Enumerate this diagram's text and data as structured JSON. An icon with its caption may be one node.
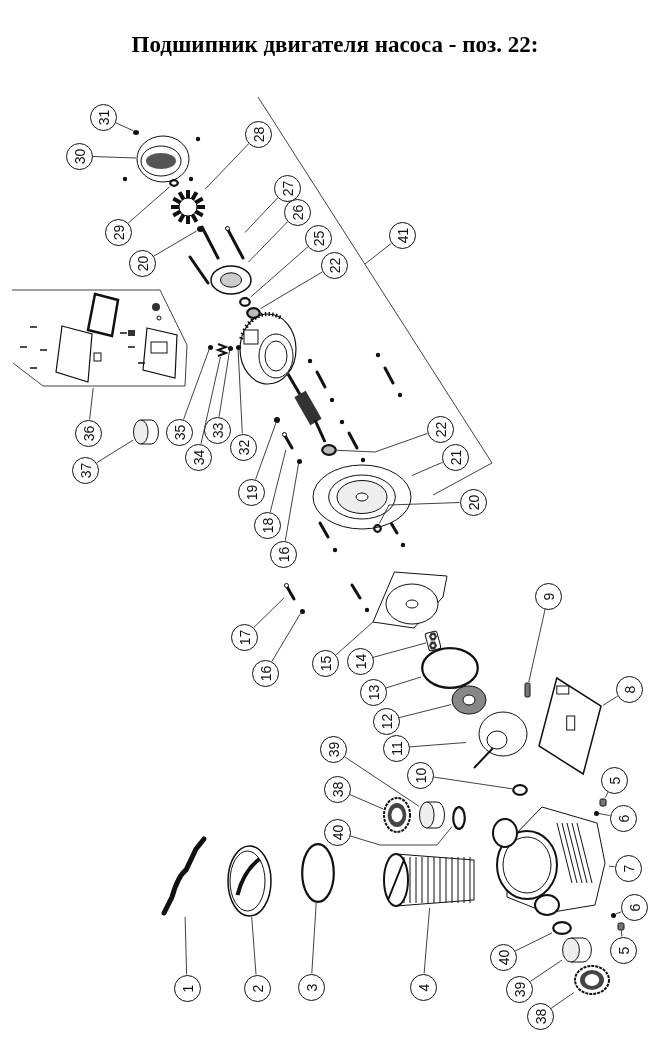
{
  "diagram": {
    "title": "Подшипник двигателя насоса - поз. 22:",
    "nodes": [
      {
        "text": [
          "31"
        ]
      },
      {
        "text": [
          "30"
        ]
      },
      {
        "text": [
          "28"
        ]
      },
      {
        "text": [
          "29"
        ]
      },
      {
        "text": [
          "27"
        ]
      },
      {
        "text": [
          "20"
        ]
      },
      {
        "text": [
          "26"
        ]
      },
      {
        "text": [
          "25"
        ]
      },
      {
        "text": [
          "22"
        ]
      },
      {
        "text": [
          "41"
        ]
      },
      {
        "text": [
          "36"
        ]
      },
      {
        "text": [
          "35"
        ]
      },
      {
        "text": [
          "34"
        ]
      },
      {
        "text": [
          "33"
        ]
      },
      {
        "text": [
          "32"
        ]
      },
      {
        "text": [
          "37"
        ]
      },
      {
        "text": [
          "19"
        ]
      },
      {
        "text": [
          "18"
        ]
      },
      {
        "text": [
          "16"
        ]
      },
      {
        "text": [
          "22"
        ]
      },
      {
        "text": [
          "21"
        ]
      },
      {
        "text": [
          "20"
        ]
      },
      {
        "text": [
          "17"
        ]
      },
      {
        "text": [
          "16"
        ]
      },
      {
        "text": [
          "15"
        ]
      },
      {
        "text": [
          "14"
        ]
      },
      {
        "text": [
          "13"
        ]
      },
      {
        "text": [
          "12"
        ]
      },
      {
        "text": [
          "11"
        ]
      },
      {
        "text": [
          "9"
        ]
      },
      {
        "text": [
          "8"
        ]
      },
      {
        "text": [
          "10"
        ]
      },
      {
        "text": [
          "39"
        ]
      },
      {
        "text": [
          "38"
        ]
      },
      {
        "text": [
          "40"
        ]
      },
      {
        "text": [
          "5"
        ]
      },
      {
        "text": [
          "6"
        ]
      },
      {
        "text": [
          "7"
        ]
      },
      {
        "text": [
          "6"
        ]
      },
      {
        "text": [
          "5"
        ]
      },
      {
        "text": [
          "40"
        ]
      },
      {
        "text": [
          "39"
        ]
      },
      {
        "text": [
          "38"
        ]
      },
      {
        "text": [
          "1"
        ]
      },
      {
        "text": [
          "2"
        ]
      },
      {
        "text": [
          "3"
        ]
      },
      {
        "text": [
          "4"
        ]
      },
      {
        "text": [],
        "shape": "circle"
      },
      {
        "text": [],
        "shape": "picture"
      },
      {
        "text": [],
        "shape": "picture"
      },
      {
        "text": [],
        "shape": "circle"
      },
      {
        "text": [],
        "shape": "picture"
      },
      {
        "text": [],
        "shape": "circle"
      },
      {
        "text": [],
        "shape": "picture"
      },
      {
        "text": [],
        "shape": "circle"
      },
      {
        "text": [],
        "shape": "circle"
      },
      {
        "text": [],
        "shape": "circle"
      },
      {
        "text": [],
        "shape": "picture"
      },
      {
        "text": [],
        "shape": "circle"
      },
      {
        "text": [],
        "shape": "circle"
      },
      {
        "text": [],
        "shape": "cylinder"
      },
      {
        "text": [],
        "shape": "circle"
      },
      {
        "text": [],
        "shape": "picture"
      },
      {
        "text": [],
        "shape": "circle"
      },
      {
        "text": [],
        "shape": "circle"
      },
      {
        "text": [],
        "shape": "picture"
      },
      {
        "text": [],
        "shape": "circle"
      },
      {
        "text": [],
        "shape": "picture"
      },
      {
        "text": [],
        "shape": "circle"
      },
      {
        "text": [],
        "shape": "picture"
      },
      {
        "text": [],
        "shape": "picture"
      },
      {
        "text": [],
        "shape": "circle"
      },
      {
        "text": [],
        "shape": "picture"
      },
      {
        "text": [],
        "shape": "picture"
      },
      {
        "text": [],
        "shape": "box"
      },
      {
        "text": [],
        "shape": "picture"
      },
      {
        "text": [],
        "shape": "circle"
      },
      {
        "text": [],
        "shape": "cylinder"
      },
      {
        "text": [],
        "shape": "picture"
      },
      {
        "text": [],
        "shape": "circle"
      },
      {
        "text": [],
        "shape": "box"
      },
      {
        "text": [],
        "shape": "circle"
      },
      {
        "text": [],
        "shape": "picture"
      },
      {
        "text": [],
        "shape": "circle"
      },
      {
        "text": [],
        "shape": "box"
      },
      {
        "text": [],
        "shape": "circle"
      },
      {
        "text": [],
        "shape": "cylinder"
      },
      {
        "text": [],
        "shape": "picture"
      },
      {
        "text": [],
        "shape": "picture"
      },
      {
        "text": [],
        "shape": "picture"
      },
      {
        "text": [],
        "shape": "circle"
      },
      {
        "text": [],
        "shape": "picture"
      },
      {
        "text": [],
        "shape": "picture"
      }
    ],
    "edges": [
      {
        "from": 0,
        "to": 47,
        "arrow": "none"
      },
      {
        "from": 1,
        "to": 48,
        "arrow": "none"
      },
      {
        "from": 2,
        "to": 49,
        "arrow": "none"
      },
      {
        "from": 3,
        "to": 50,
        "arrow": "none"
      },
      {
        "from": 4,
        "to": 51,
        "arrow": "none"
      },
      {
        "from": 5,
        "to": 52,
        "arrow": "none"
      },
      {
        "from": 6,
        "to": 53,
        "arrow": "none"
      },
      {
        "from": 7,
        "to": 54,
        "arrow": "none"
      },
      {
        "from": 8,
        "to": 55,
        "arrow": "none"
      },
      {
        "from": 9,
        "to": null,
        "arrow": "none"
      },
      {
        "from": 10,
        "to": 92,
        "arrow": "none"
      },
      {
        "from": 11,
        "to": 56,
        "arrow": "none"
      },
      {
        "from": 12,
        "to": 57,
        "arrow": "none"
      },
      {
        "from": 13,
        "to": 58,
        "arrow": "none"
      },
      {
        "from": 14,
        "to": 59,
        "arrow": "none"
      },
      {
        "from": 15,
        "to": 60,
        "arrow": "none"
      },
      {
        "from": 16,
        "to": 61,
        "arrow": "none"
      },
      {
        "from": 17,
        "to": 62,
        "arrow": "none"
      },
      {
        "from": 18,
        "to": 63,
        "arrow": "none"
      },
      {
        "from": 19,
        "to": 64,
        "arrow": "none"
      },
      {
        "from": 20,
        "to": 65,
        "arrow": "none"
      },
      {
        "from": 21,
        "to": 66,
        "arrow": "none"
      },
      {
        "from": 22,
        "to": 67,
        "arrow": "none"
      },
      {
        "from": 23,
        "to": 68,
        "arrow": "none"
      },
      {
        "from": 24,
        "to": 69,
        "arrow": "none"
      },
      {
        "from": 25,
        "to": 70,
        "arrow": "none"
      },
      {
        "from": 26,
        "to": 71,
        "arrow": "none"
      },
      {
        "from": 27,
        "to": 72,
        "arrow": "none"
      },
      {
        "from": 28,
        "to": 73,
        "arrow": "none"
      },
      {
        "from": 29,
        "to": 74,
        "arrow": "none"
      },
      {
        "from": 30,
        "to": 75,
        "arrow": "none"
      },
      {
        "from": 31,
        "to": 76,
        "arrow": "none"
      },
      {
        "from": 32,
        "to": 77,
        "arrow": "none"
      },
      {
        "from": 33,
        "to": 78,
        "arrow": "none"
      },
      {
        "from": 34,
        "to": 79,
        "arrow": "none"
      },
      {
        "from": 35,
        "to": 80,
        "arrow": "none"
      },
      {
        "from": 36,
        "to": 81,
        "arrow": "none"
      },
      {
        "from": 37,
        "to": 82,
        "arrow": "none"
      },
      {
        "from": 38,
        "to": 83,
        "arrow": "none"
      },
      {
        "from": 39,
        "to": 84,
        "arrow": "none"
      },
      {
        "from": 40,
        "to": 85,
        "arrow": "none"
      },
      {
        "from": 41,
        "to": 86,
        "arrow": "none"
      },
      {
        "from": 42,
        "to": 87,
        "arrow": "none"
      },
      {
        "from": 43,
        "to": 88,
        "arrow": "none"
      },
      {
        "from": 44,
        "to": 89,
        "arrow": "none"
      },
      {
        "from": 45,
        "to": 90,
        "arrow": "none"
      },
      {
        "from": 46,
        "to": 91,
        "arrow": "none"
      }
    ]
  }
}
